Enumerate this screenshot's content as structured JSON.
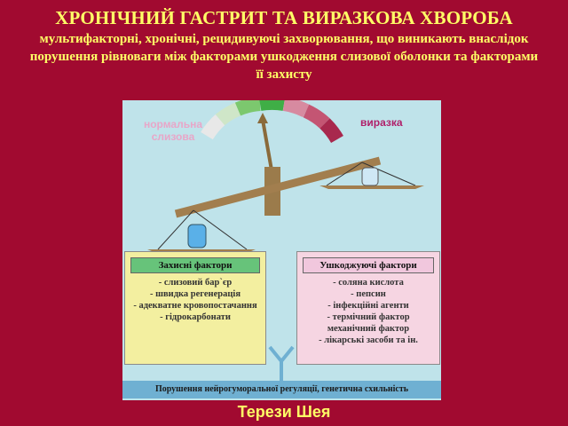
{
  "title": "ХРОНІЧНИЙ ГАСТРИТ ТА ВИРАЗКОВА ХВОРОБА",
  "subtitle": "мультифакторні, хронічні, рецидивуючі захворювання, що виникають внаслідок порушення рівноваги між факторами ушкодження слизової оболонки та факторами її захисту",
  "figure": {
    "label_normal": "нормальна слизова",
    "label_ulcer": "виразка",
    "protective": {
      "heading": "Захисні фактори",
      "items": [
        "- слизовий бар`єр",
        "- швидка регенерація",
        "- адекватне кровопостачання",
        "- гідрокарбонати"
      ]
    },
    "damaging": {
      "heading": "Ушкоджуючі фактори",
      "items": [
        "- соляна кислота",
        "- пепсин",
        "- інфекційні агенти",
        "- термічний фактор",
        "механічний фактор",
        "- лікарські засоби та ін."
      ]
    },
    "bottom_text": "Порушення нейрогуморальної регуляції, генетична схильність"
  },
  "caption": "Терези Шея",
  "colors": {
    "background": "#a10a30",
    "text_highlight": "#ffff66",
    "figure_bg": "#bfe3ea",
    "protect_head": "#67c37a",
    "damage_head": "#f1c7dd"
  }
}
